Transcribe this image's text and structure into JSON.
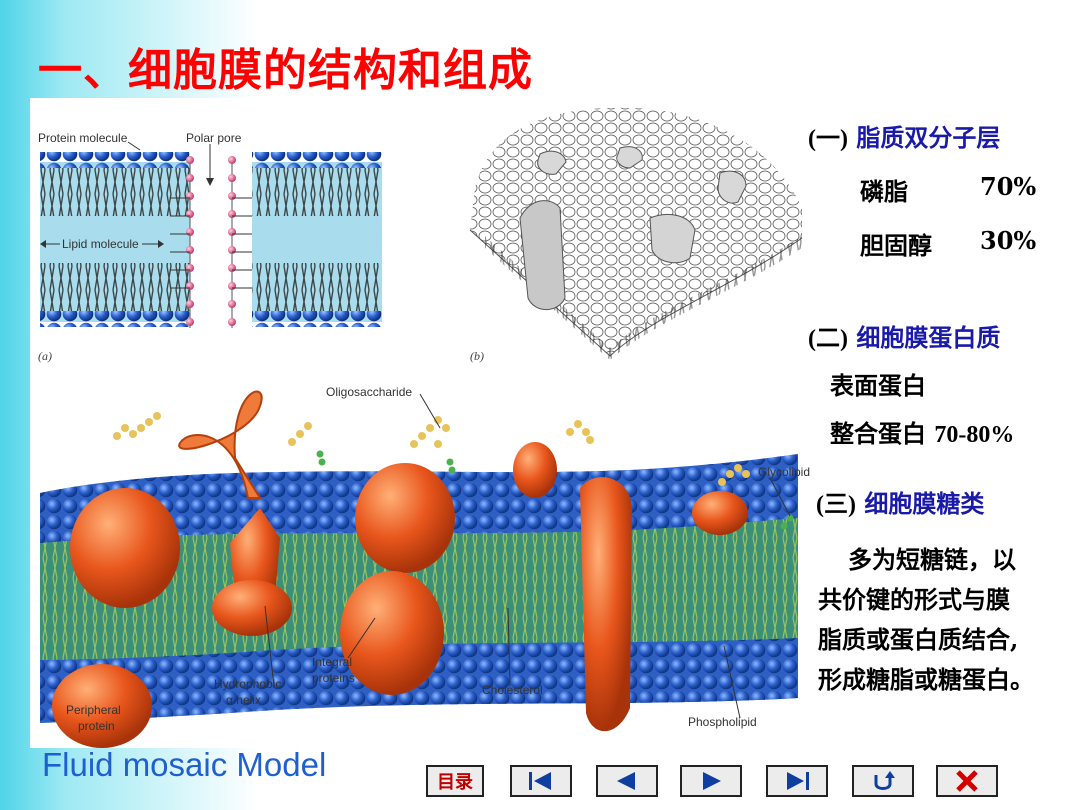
{
  "slide": {
    "title": "一、细胞膜的结构和组成",
    "caption": "Fluid mosaic Model"
  },
  "figure": {
    "panel_a": {
      "label_protein": "Protein molecule",
      "label_pore": "Polar pore",
      "label_lipid": "Lipid molecule",
      "tag": "(a)"
    },
    "panel_b": {
      "tag": "(b)"
    },
    "panel_c": {
      "oligosaccharide": "Oligosaccharide",
      "glycolipid": "Glycolipid",
      "hydrophobic": "Hydrophobic",
      "alpha_helix": "α helix",
      "integral_1": "Integral",
      "integral_2": "proteins",
      "cholesterol": "Cholesterol",
      "peripheral_1": "Peripheral",
      "peripheral_2": "protein",
      "phospholipid": "Phospholipid"
    }
  },
  "sidebar": {
    "s1_num": "(一)",
    "s1_title": "脂质双分子层",
    "s1_row1_label": "磷脂",
    "s1_row1_value": "70%",
    "s1_row2_label": "胆固醇",
    "s1_row2_value": "30%",
    "s2_num": "(二)",
    "s2_title": "细胞膜蛋白质",
    "s2_item1": "表面蛋白",
    "s2_item2_label": "整合蛋白",
    "s2_item2_value": "70-80%",
    "s3_num": "(三)",
    "s3_title": "细胞膜糖类",
    "s3_line1": "多为短糖链，以",
    "s3_line2": "共价键的形式与膜",
    "s3_line3": "脂质或蛋白质结合,",
    "s3_line4": "形成糖脂或糖蛋白。"
  },
  "nav": {
    "menu_label": "目录",
    "buttons": [
      "first-icon",
      "prev-icon",
      "next-icon",
      "last-icon",
      "return-icon",
      "close-icon"
    ]
  },
  "colors": {
    "title_red": "#ff0000",
    "caption_blue": "#1f5fcf",
    "section_blue": "#1a1aa8",
    "lipid_head_blue": "#2a5fcf",
    "protein_orange": "#e8561c"
  }
}
